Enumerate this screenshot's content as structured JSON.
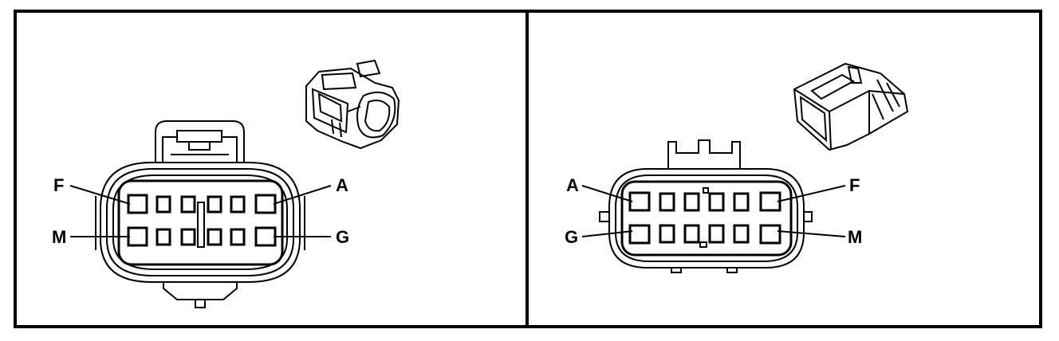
{
  "views": [
    {
      "id": "female",
      "labels": {
        "top_left": "F",
        "top_right": "A",
        "bottom_left": "M",
        "bottom_right": "G"
      }
    },
    {
      "id": "male",
      "labels": {
        "top_left": "A",
        "top_right": "F",
        "bottom_left": "G",
        "bottom_right": "M"
      }
    }
  ]
}
